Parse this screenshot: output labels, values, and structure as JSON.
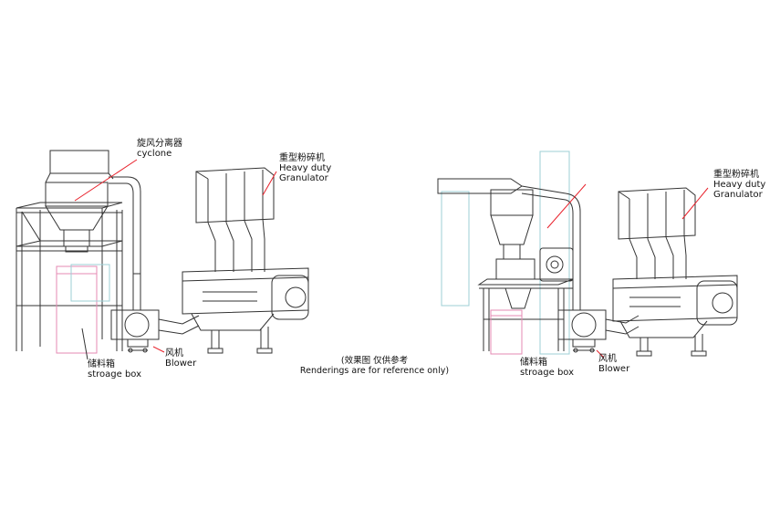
{
  "left_setup": {
    "cyclone": {
      "cn": "旋风分离器",
      "en": "cyclone"
    },
    "granulator": {
      "cn": "重型粉碎机",
      "en1": "Heavy duty",
      "en2": "Granulator"
    },
    "storage_box": {
      "cn": "储料箱",
      "en": "stroage box"
    },
    "blower": {
      "cn": "风机",
      "en": "Blower"
    }
  },
  "right_setup": {
    "granulator": {
      "cn": "重型粉碎机",
      "en1": "Heavy duty",
      "en2": "Granulator"
    },
    "storage_box": {
      "cn": "储料箱",
      "en": "stroage box"
    },
    "blower": {
      "cn": "风机",
      "en": "Blower"
    }
  },
  "caption": {
    "cn": "(效果图  仅供参考",
    "en": "Renderings are for reference only)"
  },
  "colors": {
    "line": "#333333",
    "pointer": "#e8202a",
    "storage_box": "#e58ab3",
    "ghost": "#9ccfd6"
  }
}
